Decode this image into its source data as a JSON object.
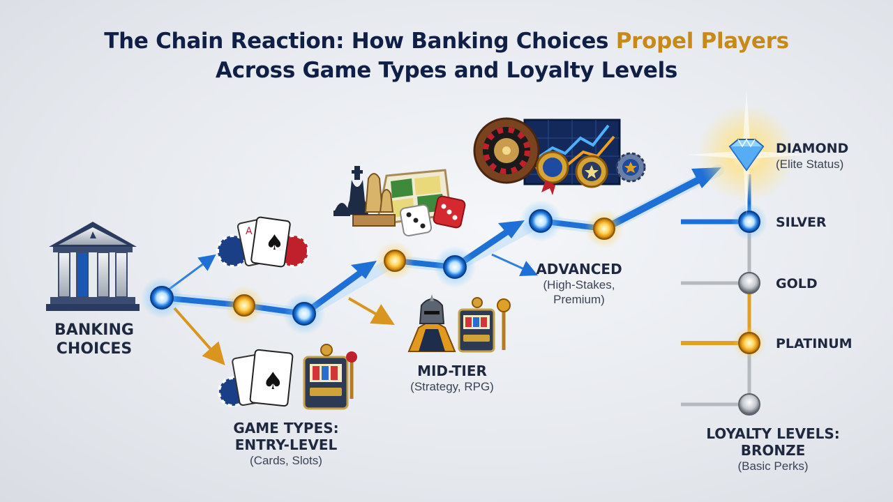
{
  "title": {
    "line1_part1": "The Chain Reaction: How Banking Choices ",
    "line1_highlight": "Propel Players",
    "line2": "Across Game Types and Loyalty Levels"
  },
  "banking": {
    "label_line1": "BANKING",
    "label_line2": "CHOICES",
    "icon": "bank-building-icon"
  },
  "entry_level": {
    "label_line1": "GAME TYPES:",
    "label_line2": "ENTRY-LEVEL",
    "sub": "(Cards, Slots)"
  },
  "mid_tier": {
    "label": "MID-TIER",
    "sub": "(Strategy, RPG)"
  },
  "advanced": {
    "label": "ADVANCED",
    "sub_line1": "(High-Stakes,",
    "sub_line2": "Premium)"
  },
  "loyalty": {
    "diamond": "DIAMOND",
    "diamond_sub": "(Elite Status)",
    "silver": "SILVER",
    "gold": "GOLD",
    "platinum": "PLATINUM",
    "footer_line1": "LOYALTY LEVELS:",
    "footer_line2": "BRONZE",
    "footer_sub": "(Basic Perks)"
  },
  "colors": {
    "title": "#0f1f45",
    "highlight": "#c7891a",
    "blue": "#1e6fd6",
    "gold": "#e0a024",
    "silver": "#9aa0a8"
  }
}
